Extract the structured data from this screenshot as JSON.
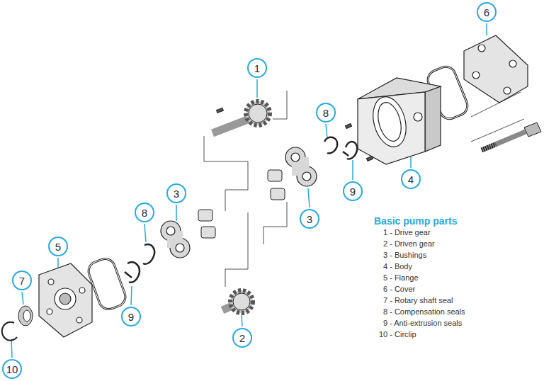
{
  "diagram": {
    "title": "Basic pump parts",
    "nodes": [
      {
        "text": [
          "6"
        ]
      },
      {
        "text": [
          "1"
        ]
      },
      {
        "text": [
          "8"
        ]
      },
      {
        "text": [
          "4"
        ]
      },
      {
        "text": [
          "9"
        ]
      },
      {
        "text": [
          "3"
        ]
      },
      {
        "text": [
          "8"
        ]
      },
      {
        "text": [
          "3"
        ]
      },
      {
        "text": [
          "5"
        ]
      },
      {
        "text": [
          "7"
        ]
      },
      {
        "text": [
          "9"
        ]
      },
      {
        "text": [
          "2"
        ]
      },
      {
        "text": [
          "10"
        ]
      }
    ],
    "labels": [
      "1 - Drive gear",
      "2 - Driven gear",
      "3 - Bushings",
      "4 - Body",
      "5 - Flange",
      "6 - Cover",
      "7 - Rotary shaft seal",
      "8 - Compensation seals",
      "9 - Anti-extrusion seals",
      "10 - Circlip"
    ]
  }
}
